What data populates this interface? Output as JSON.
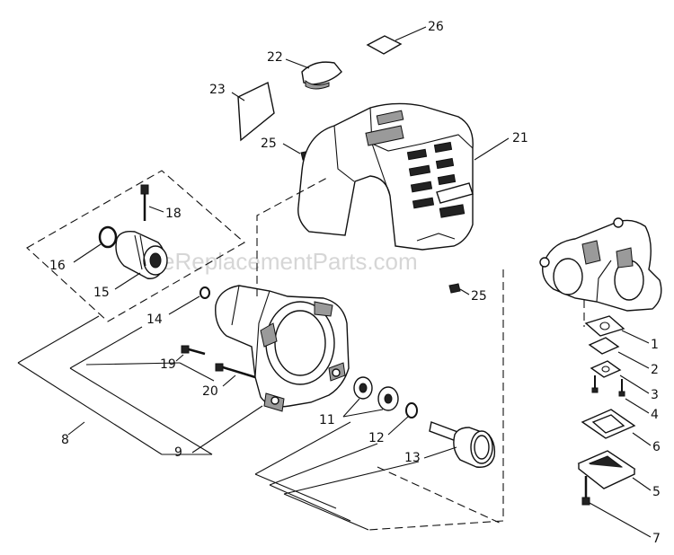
{
  "watermark": "eReplacementParts.com",
  "labels": {
    "l1": "1",
    "l2": "2",
    "l3": "3",
    "l4": "4",
    "l5": "5",
    "l6": "6",
    "l7": "7",
    "l8": "8",
    "l9": "9",
    "l11": "11",
    "l12": "12",
    "l13": "13",
    "l14": "14",
    "l15": "15",
    "l16": "16",
    "l18": "18",
    "l19": "19",
    "l20": "20",
    "l21": "21",
    "l22": "22",
    "l23": "23",
    "l25a": "25",
    "l25b": "25",
    "l26": "26"
  },
  "colors": {
    "ink": "#111111",
    "watermark": "#d6d6d6",
    "background": "#ffffff"
  }
}
